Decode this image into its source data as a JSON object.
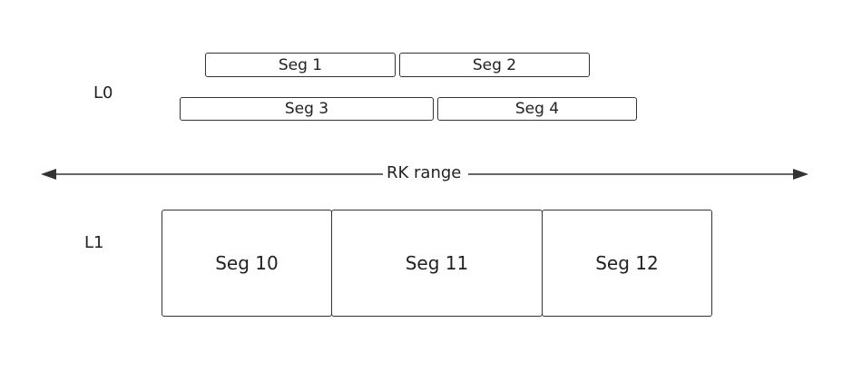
{
  "levels": {
    "l0_label": "L0",
    "l1_label": "L1"
  },
  "axis": {
    "label": "RK range"
  },
  "l0": {
    "seg1": "Seg 1",
    "seg2": "Seg 2",
    "seg3": "Seg 3",
    "seg4": "Seg 4"
  },
  "l1": {
    "seg10": "Seg 10",
    "seg11": "Seg 11",
    "seg12": "Seg 12"
  },
  "colors": {
    "stroke": "#333333",
    "text": "#222222",
    "background": "#ffffff"
  }
}
